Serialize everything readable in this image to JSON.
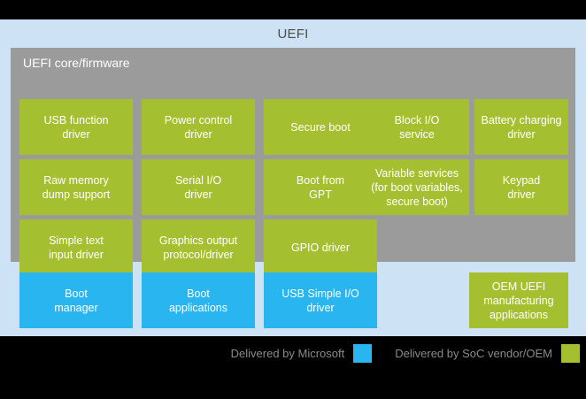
{
  "diagram": {
    "title": "UEFI",
    "core_label": "UEFI core/firmware",
    "colors": {
      "panel_background": "#cde3f5",
      "core_container": "#9b9b9b",
      "vendor_green": "#a4c030",
      "microsoft_blue": "#29b6f0",
      "band": "#000000",
      "title_text": "#4c4c4c",
      "legend_text": "#8a8a8a"
    }
  },
  "core_tiles": {
    "row1": [
      {
        "label": "USB function\ndriver",
        "color": "green"
      },
      {
        "label": "Power control\ndriver",
        "color": "green"
      },
      {
        "label": "Secure boot",
        "color": "green"
      },
      {
        "label": "Block I/O\nservice",
        "color": "green"
      },
      {
        "label": "Battery charging\ndriver",
        "color": "green"
      }
    ],
    "row2": [
      {
        "label": "Raw memory\ndump support",
        "color": "green"
      },
      {
        "label": "Serial I/O\ndriver",
        "color": "green"
      },
      {
        "label": "Boot from\nGPT",
        "color": "green"
      },
      {
        "label": "Variable services\n(for boot variables,\nsecure boot)",
        "color": "green"
      },
      {
        "label": "Keypad\ndriver",
        "color": "green"
      }
    ],
    "row3": [
      {
        "label": "Simple text\ninput driver",
        "color": "green"
      },
      {
        "label": "Graphics output\nprotocol/driver",
        "color": "green"
      },
      {
        "label": "GPIO driver",
        "color": "green"
      }
    ]
  },
  "app_tiles": [
    {
      "label": "Boot\nmanager",
      "color": "blue"
    },
    {
      "label": "Boot\napplications",
      "color": "blue"
    },
    {
      "label": "USB Simple I/O\ndriver",
      "color": "blue"
    },
    {
      "label": "OEM UEFI\nmanufacturing\napplications",
      "color": "green"
    }
  ],
  "legend": [
    {
      "text": "Delivered by Microsoft",
      "swatch": "#29b6f0"
    },
    {
      "text": "Delivered by SoC vendor/OEM",
      "swatch": "#a4c030"
    }
  ]
}
